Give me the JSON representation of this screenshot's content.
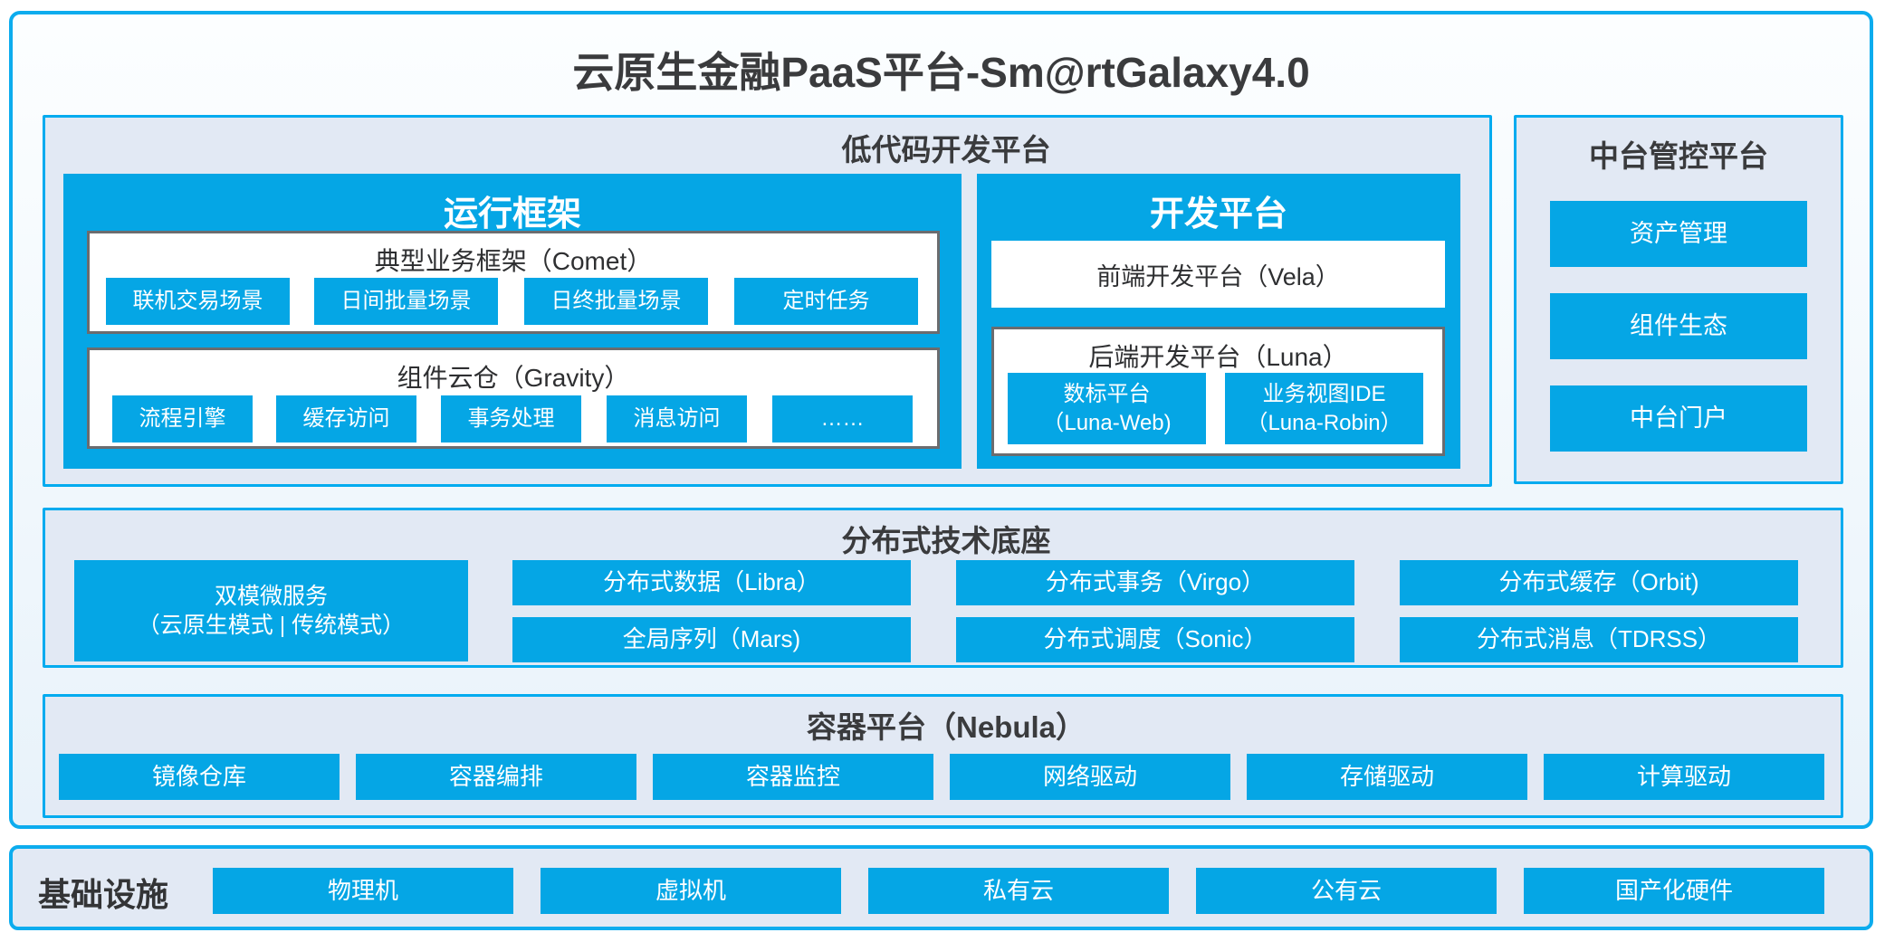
{
  "title": "云原生金融PaaS平台-Sm@rtGalaxy4.0",
  "colors": {
    "accent_blue": "#05A6E5",
    "border_cyan": "#00ABEF",
    "panel_bg": "#E2E9F4",
    "box_border_gray": "#6B6C6F",
    "dark_text": "#3A3B3D"
  },
  "low_code": {
    "title": "低代码开发平台",
    "runtime": {
      "title": "运行框架",
      "comet": {
        "title": "典型业务框架（Comet）",
        "items": [
          "联机交易场景",
          "日间批量场景",
          "日终批量场景",
          "定时任务"
        ]
      },
      "gravity": {
        "title": "组件云仓（Gravity）",
        "items": [
          "流程引擎",
          "缓存访问",
          "事务处理",
          "消息访问",
          "……"
        ]
      }
    },
    "dev": {
      "title": "开发平台",
      "vela": "前端开发平台（Vela）",
      "luna": {
        "title": "后端开发平台（Luna）",
        "items": [
          {
            "line1": "数标平台",
            "line2": "（Luna-Web)"
          },
          {
            "line1": "业务视图IDE",
            "line2": "（Luna-Robin）"
          }
        ]
      }
    }
  },
  "mid_platform": {
    "title": "中台管控平台",
    "items": [
      "资产管理",
      "组件生态",
      "中台门户"
    ]
  },
  "distributed": {
    "title": "分布式技术底座",
    "dual_mode": {
      "line1": "双模微服务",
      "line2": "（云原生模式 | 传统模式）"
    },
    "grid": [
      "分布式数据（Libra）",
      "分布式事务（Virgo）",
      "分布式缓存（Orbit)",
      "全局序列（Mars)",
      "分布式调度（Sonic）",
      "分布式消息（TDRSS）"
    ]
  },
  "container_platform": {
    "title": "容器平台（Nebula）",
    "items": [
      "镜像仓库",
      "容器编排",
      "容器监控",
      "网络驱动",
      "存储驱动",
      "计算驱动"
    ]
  },
  "infrastructure": {
    "title": "基础设施",
    "items": [
      "物理机",
      "虚拟机",
      "私有云",
      "公有云",
      "国产化硬件"
    ]
  }
}
